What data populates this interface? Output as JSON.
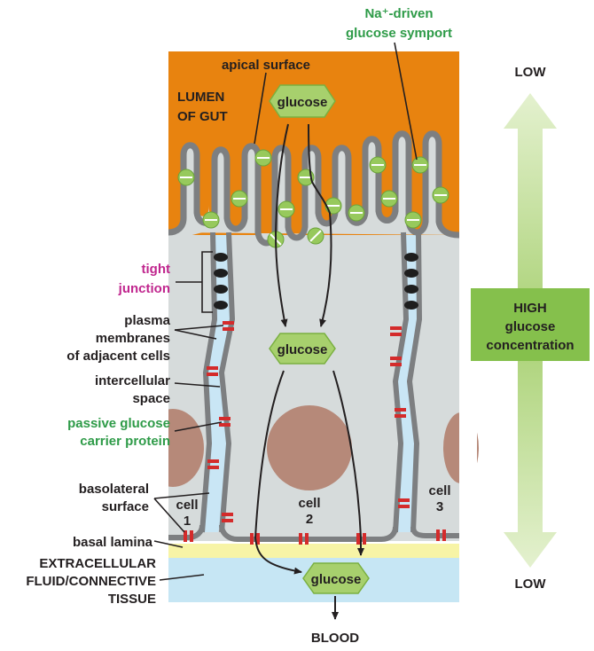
{
  "labels": {
    "symport_line1": "Na⁺-driven",
    "symport_line2": "glucose symport",
    "apical_surface": "apical surface",
    "lumen_line1": "LUMEN",
    "lumen_line2": "OF GUT",
    "tight_line1": "tight",
    "tight_line2": "junction",
    "plasma_line1": "plasma",
    "plasma_line2": "membranes",
    "plasma_line3": "of adjacent cells",
    "intercellular_line1": "intercellular",
    "intercellular_line2": "space",
    "passive_line1": "passive glucose",
    "passive_line2": "carrier protein",
    "basolateral_line1": "basolateral",
    "basolateral_line2": "surface",
    "basal_lamina": "basal lamina",
    "ecf_line1": "EXTRACELLULAR",
    "ecf_line2": "FLUID/CONNECTIVE",
    "ecf_line3": "TISSUE",
    "blood": "BLOOD"
  },
  "molecules": {
    "glucose_top": "glucose",
    "glucose_middle": "glucose",
    "glucose_bottom": "glucose"
  },
  "cells": {
    "cell1_line1": "cell",
    "cell1_line2": "1",
    "cell2_line1": "cell",
    "cell2_line2": "2",
    "cell3_line1": "cell",
    "cell3_line2": "3"
  },
  "gradient": {
    "low_top": "LOW",
    "high_line1": "HIGH",
    "high_line2": "glucose",
    "high_line3": "concentration",
    "low_bottom": "LOW"
  },
  "colors": {
    "lumen": "#e8830f",
    "cytoplasm": "#d6dbdb",
    "membrane": "#7d7f81",
    "basal_lamina": "#f7f4a6",
    "ecf": "#c6e6f4",
    "intercellular": "#c9e6f5",
    "nucleus": "#b68979",
    "transporter_green": "#97c95c",
    "passive_red": "#d42b2b",
    "tight_junction": "#1e1e1e",
    "glucose_fill": "#a7d06d",
    "arrow_green": "#c9e29e",
    "box_green": "#85c04c"
  }
}
